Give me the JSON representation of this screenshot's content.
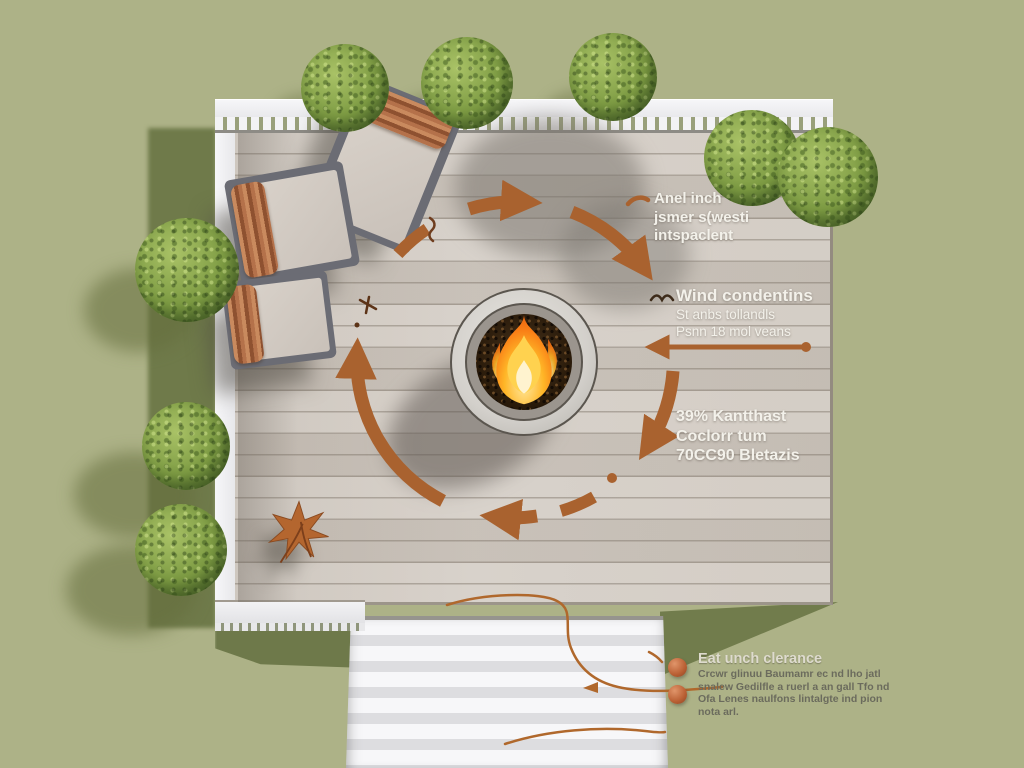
{
  "annotations": {
    "top_note": {
      "lines": [
        "Anel inch",
        "jsmer s(westi",
        "intspaclent"
      ]
    },
    "wind_note": {
      "title": "Wind condentins",
      "lines": [
        "St anbs tollandls",
        "Psnn 18 mol veans"
      ]
    },
    "clearance_note": {
      "lines": [
        "39% Kantthast",
        "Coclorr tum",
        "70CC90 Bletazis"
      ]
    }
  },
  "legend": {
    "title": "Eat unch clerance",
    "lines": [
      "Crcwr glinuu Baumamr ec nd lho jatl",
      "snalew Gedilfle a ruerl a an gall Tfo nd",
      "Ofa Lenes naulfons lintalgte ind pion",
      "nota arl."
    ]
  },
  "icons": {
    "flame": "fire-pit-flame-icon",
    "circulation": "clockwise-dashed-arrow-ring",
    "wind": "wind-direction-arrow",
    "bird": "bird-mark-icon",
    "leaf": "fallen-leaf-icon",
    "bullet": "legend-bullet-icon"
  },
  "palette": {
    "grass": "#adb287",
    "grass_shadow": "#6f7a4a",
    "deck": "#cdc5bc",
    "railing_white": "#f4f4f6",
    "arrow_rust": "#a9622f",
    "flame_orange": "#f97f16",
    "flame_yellow": "#ffd24f",
    "flame_core": "#fff3cf",
    "bush_green": "#7d9b43",
    "annotation_text": "#f3f1ea",
    "legend_text": "#6b6b5d",
    "stairs_white": "#f7f7f9"
  }
}
